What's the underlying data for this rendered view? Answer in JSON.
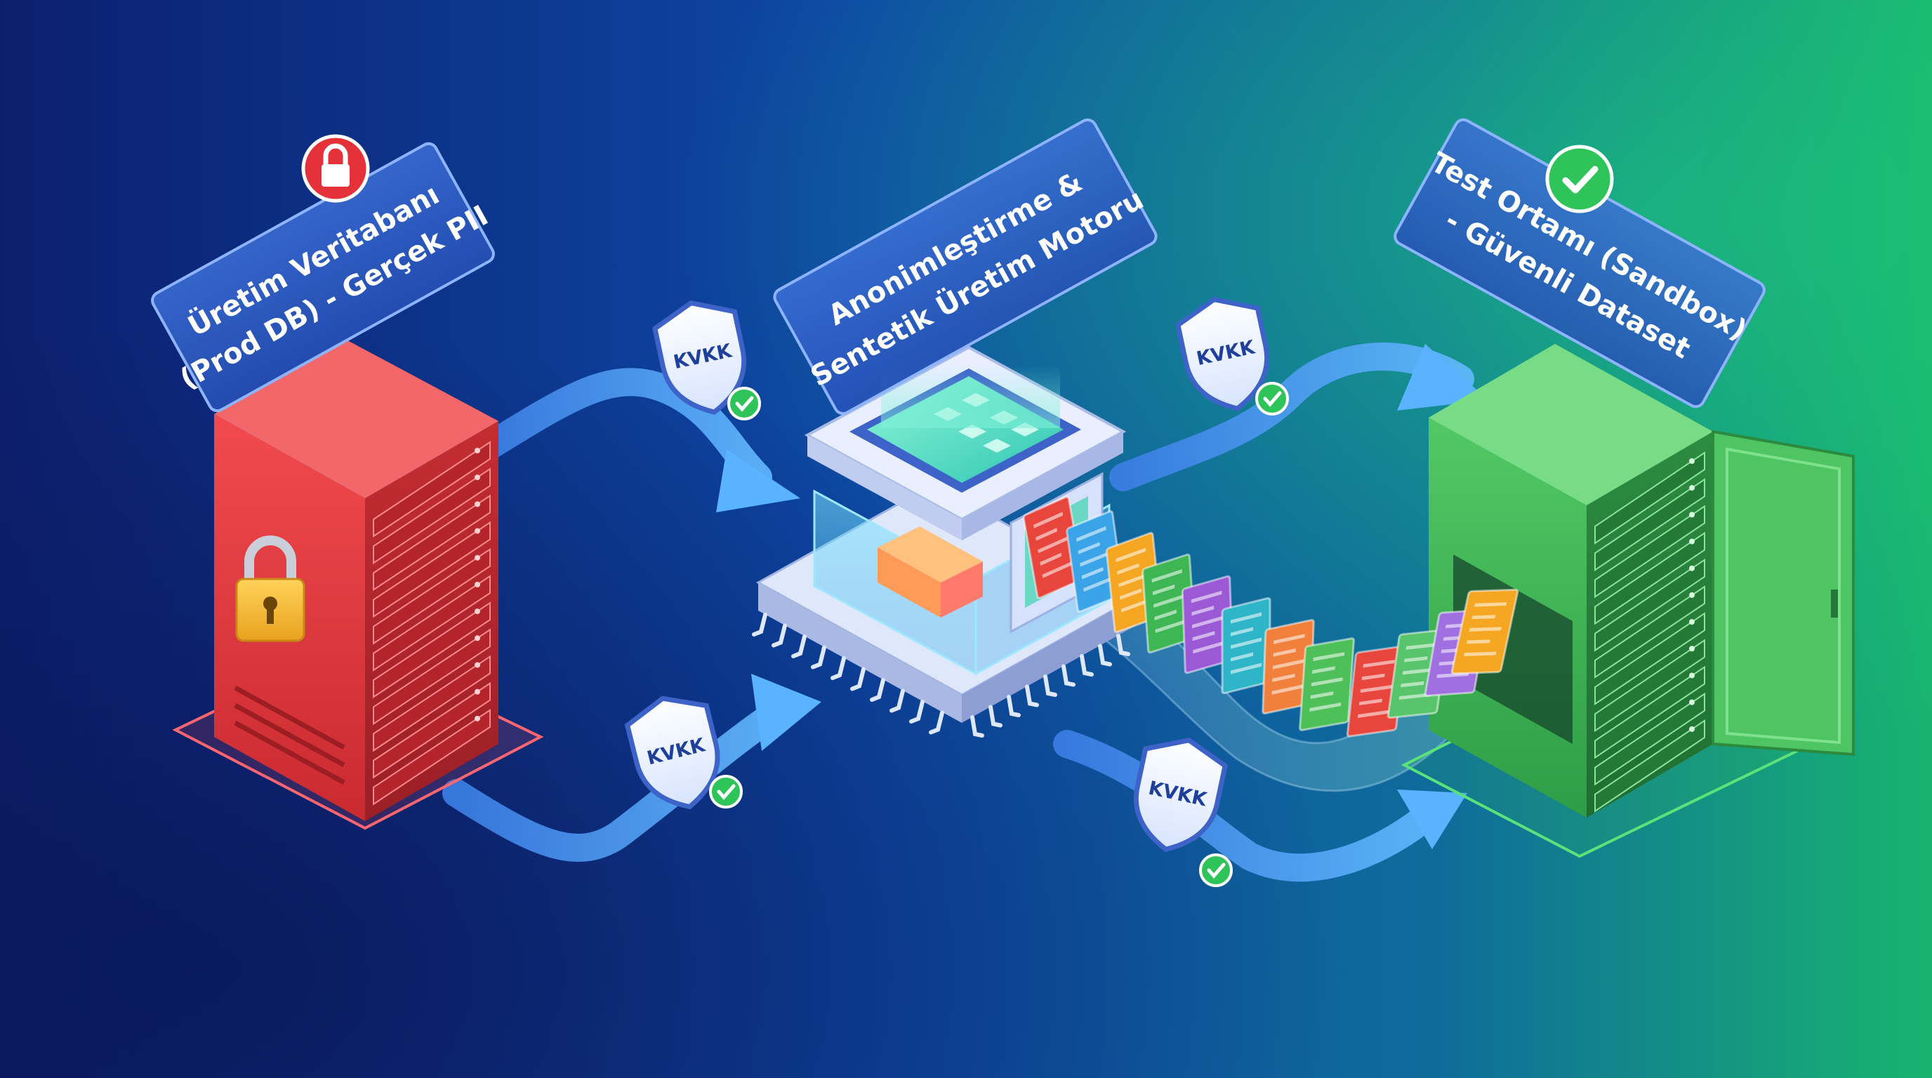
{
  "labels": {
    "prod": {
      "line1": "Üretim Veritabanı",
      "line2": "(Prod DB) - Gerçek PII"
    },
    "engine": {
      "line1": "Anonimleştirme &",
      "line2": "Sentetik Üretim Motoru"
    },
    "test": {
      "line1": "Test Ortamı (Sandbox)",
      "line2": "- Güvenli Dataset"
    }
  },
  "badges": {
    "kvkk": [
      "KVKK",
      "KVKK",
      "KVKK",
      "KVKK"
    ]
  },
  "colors": {
    "background_start": "#0c1f6e",
    "background_mid": "#0d49a6",
    "background_end": "#18b46f",
    "prod_red": "#e13b3f",
    "test_green": "#3fb654",
    "engine_cyan": "#5fe6d2",
    "arrow_blue": "#4fa8ff",
    "check_green": "#2fc45a"
  },
  "icons": {
    "prod": "padlock-icon",
    "prod_badge": "lock-badge-icon",
    "test_badge": "check-badge-icon",
    "shield": "shield-icon",
    "check": "check-icon"
  }
}
